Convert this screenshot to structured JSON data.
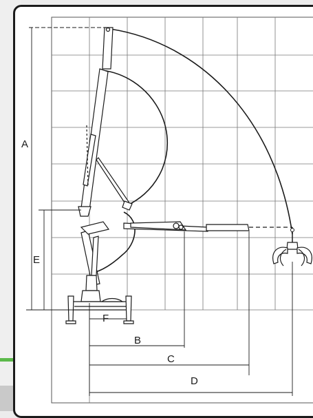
{
  "dimension_labels": {
    "A": "A",
    "B": "B",
    "C": "C",
    "D": "D",
    "E": "E",
    "F": "F"
  },
  "colors": {
    "accent": "#5bb94a",
    "line": "#1a1a1a",
    "grid": "#777777",
    "background": "#ffffff"
  }
}
